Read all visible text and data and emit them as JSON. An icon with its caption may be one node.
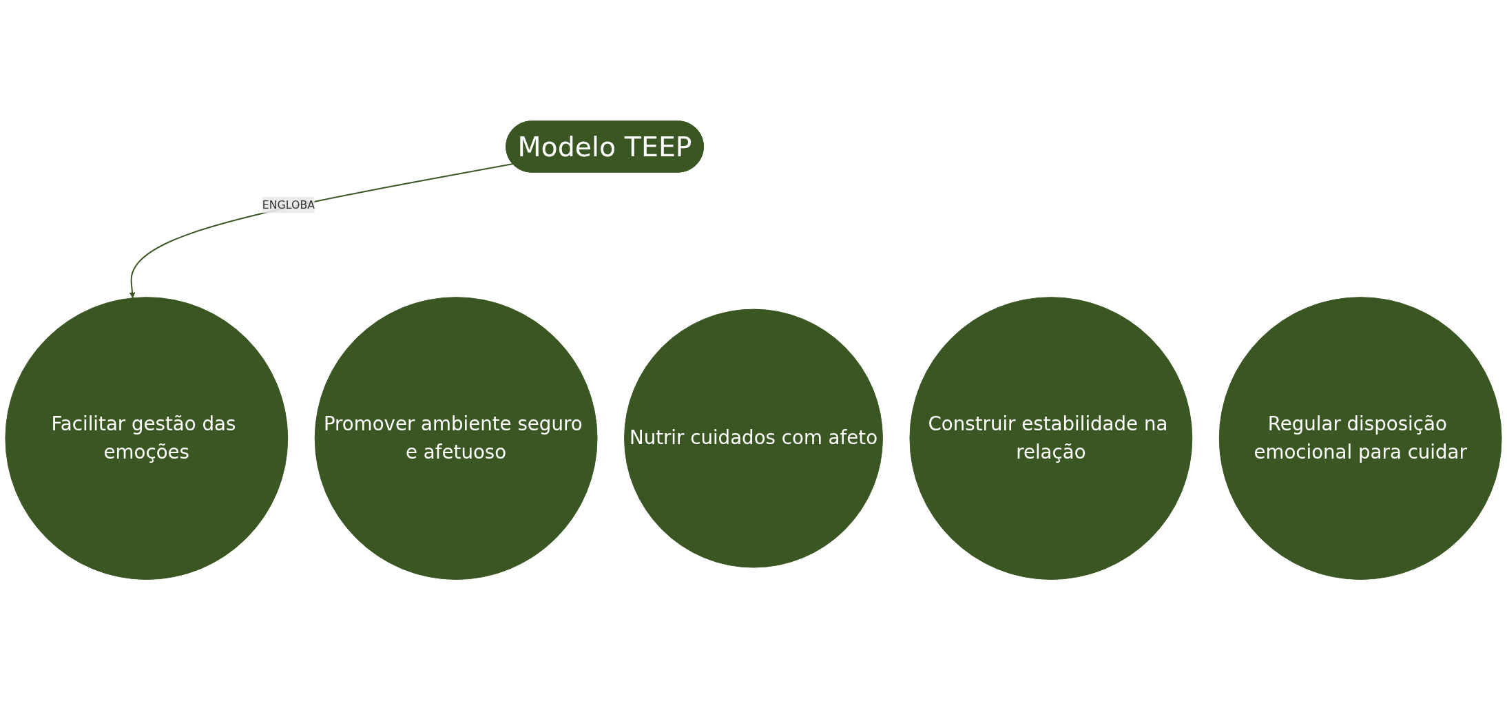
{
  "diagram": {
    "nodes": [
      {
        "text": [
          "Modelo TEEP"
        ]
      },
      {
        "text": [
          "Promover ambiente seguro e afetuoso"
        ]
      },
      {
        "text": [
          "Nutrir cuidados com afeto"
        ]
      },
      {
        "text": [
          "Facilitar gestão das emoções"
        ]
      },
      {
        "text": [
          "Construir estabilidade na relação"
        ]
      },
      {
        "text": [
          "Regular disposição emocional para cuidar"
        ]
      }
    ],
    "edges": [
      {
        "from": 0,
        "to": 3,
        "arrow": "to",
        "label": "ENGLOBA"
      }
    ]
  }
}
